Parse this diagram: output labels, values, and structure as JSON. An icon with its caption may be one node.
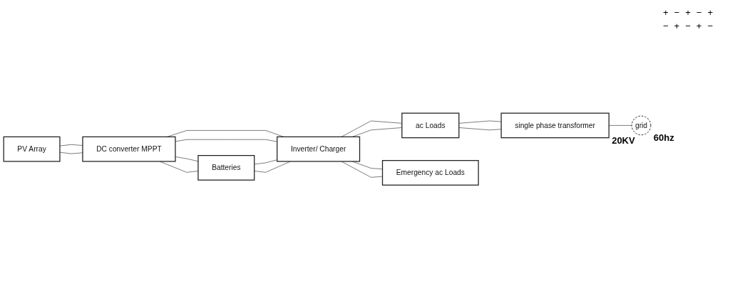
{
  "diagram": {
    "nodes": [
      {
        "text": [
          "DC converter MPPT"
        ]
      },
      {
        "text": [
          "Inverter/ Charger"
        ]
      },
      {
        "text": [
          "ac Loads"
        ]
      },
      {
        "text": [
          "single phase transformer"
        ],
        "beside": [
          "20KV"
        ]
      },
      {
        "text": [
          "PV Array"
        ]
      },
      {
        "text": [
          "Batteries"
        ]
      },
      {
        "text": [
          "Emergency ac Loads"
        ]
      },
      {
        "text": [
          "grid"
        ],
        "beside": [
          "60hz"
        ]
      }
    ],
    "edges": [
      {
        "from": 4,
        "to": 0,
        "arrow": "none"
      },
      {
        "from": 4,
        "to": 0,
        "arrow": "none"
      },
      {
        "from": 0,
        "to": 5,
        "arrow": "none"
      },
      {
        "from": 0,
        "to": 5,
        "arrow": "none"
      },
      {
        "from": 0,
        "to": 1,
        "arrow": "none"
      },
      {
        "from": 0,
        "to": 1,
        "arrow": "none"
      },
      {
        "from": 5,
        "to": 1,
        "arrow": "none"
      },
      {
        "from": 5,
        "to": 1,
        "arrow": "none"
      },
      {
        "from": 1,
        "to": 2,
        "arrow": "none"
      },
      {
        "from": 1,
        "to": 2,
        "arrow": "none"
      },
      {
        "from": 1,
        "to": 6,
        "arrow": "none"
      },
      {
        "from": 1,
        "to": 6,
        "arrow": "none"
      },
      {
        "from": 2,
        "to": 3,
        "arrow": "none"
      },
      {
        "from": 2,
        "to": 3,
        "arrow": "none"
      },
      {
        "from": 3,
        "to": 7,
        "arrow": "none"
      }
    ],
    "labels": [
      "+",
      "−",
      "+",
      "−",
      "+",
      "−",
      "+",
      "−",
      "+",
      "−"
    ]
  }
}
